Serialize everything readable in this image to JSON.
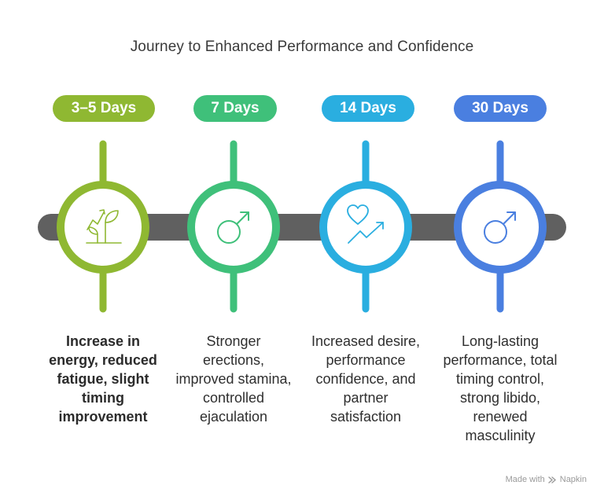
{
  "title": "Journey to Enhanced Performance and Confidence",
  "steps": [
    {
      "label": "3–5 Days",
      "text": "Increase in energy, reduced fatigue, slight timing improvement",
      "color": "#8fb832",
      "icon": "growth-plant-icon",
      "emphasis": true
    },
    {
      "label": "7 Days",
      "text": "Stronger erections, improved stamina, controlled ejaculation",
      "color": "#3fc07a",
      "icon": "male-symbol-icon",
      "emphasis": false
    },
    {
      "label": "14 Days",
      "text": "Increased desire, performance confidence, and partner satisfaction",
      "color": "#2aaee0",
      "icon": "heart-trend-up-icon",
      "emphasis": false
    },
    {
      "label": "30 Days",
      "text": "Long-lasting performance, total timing control, strong libido, renewed masculinity",
      "color": "#4a7fe0",
      "icon": "male-symbol-icon",
      "emphasis": false
    }
  ],
  "track_color": "#606060",
  "footer": {
    "made_with": "Made with",
    "brand": "Napkin"
  }
}
